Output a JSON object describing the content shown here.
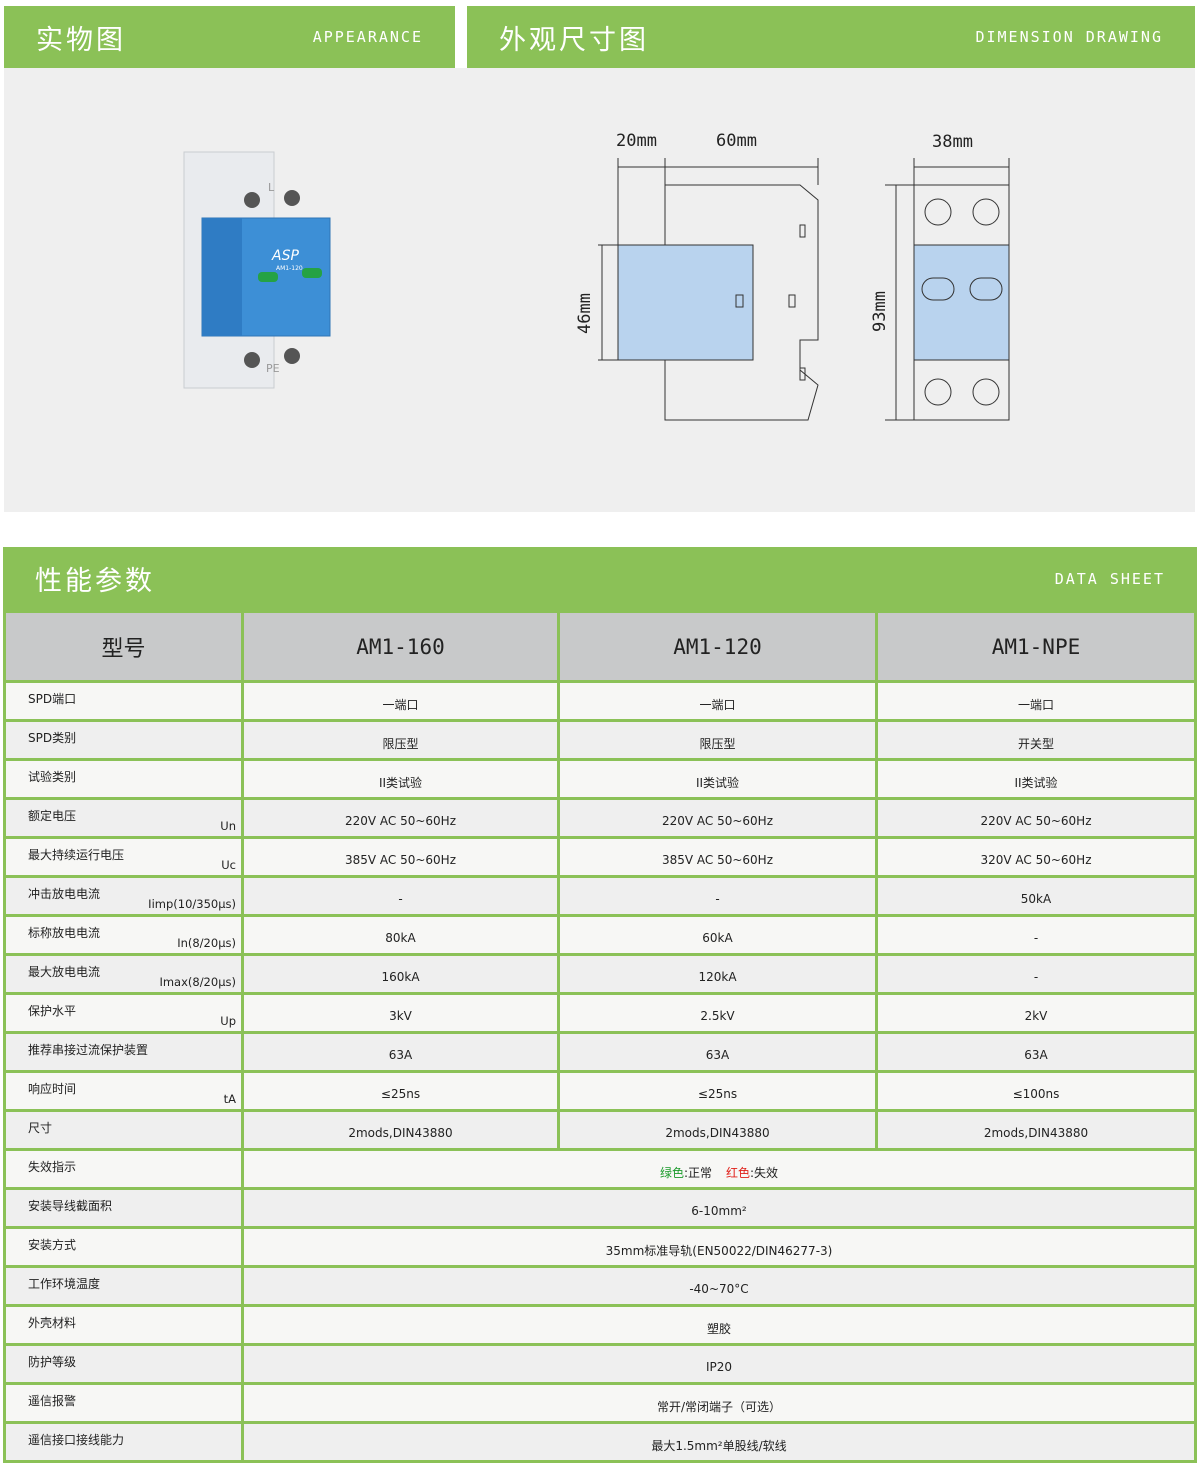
{
  "appearance": {
    "title_cn": "实物图",
    "title_en": "APPEARANCE"
  },
  "dimension": {
    "title_cn": "外观尺寸图",
    "title_en": "DIMENSION DRAWING",
    "labels": {
      "d20": "20mm",
      "d60": "60mm",
      "d38": "38mm",
      "d46": "46mm",
      "d93": "93mm"
    }
  },
  "product": {
    "brand": "ASP",
    "model": "AM1-120",
    "top_terminal": "L",
    "bottom_terminal": "PE"
  },
  "datasheet": {
    "title_cn": "性能参数",
    "title_en": "DATA SHEET"
  },
  "table": {
    "header": [
      "型号",
      "AM1-160",
      "AM1-120",
      "AM1-NPE"
    ],
    "rows": [
      {
        "label": "SPD端口",
        "sub": "",
        "values": [
          "一端口",
          "一端口",
          "一端口"
        ]
      },
      {
        "label": "SPD类别",
        "sub": "",
        "values": [
          "限压型",
          "限压型",
          "开关型"
        ]
      },
      {
        "label": "试验类别",
        "sub": "",
        "values": [
          "II类试验",
          "II类试验",
          "II类试验"
        ]
      },
      {
        "label": "额定电压",
        "sub": "Un",
        "values": [
          "220V AC 50~60Hz",
          "220V AC 50~60Hz",
          "220V AC 50~60Hz"
        ]
      },
      {
        "label": "最大持续运行电压",
        "sub": "Uc",
        "values": [
          "385V AC 50~60Hz",
          "385V AC 50~60Hz",
          "320V AC 50~60Hz"
        ]
      },
      {
        "label": "冲击放电电流",
        "sub": "Iimp(10/350μs)",
        "values": [
          "-",
          "-",
          "50kA"
        ]
      },
      {
        "label": "标称放电电流",
        "sub": "In(8/20μs)",
        "values": [
          "80kA",
          "60kA",
          "-"
        ]
      },
      {
        "label": "最大放电电流",
        "sub": "Imax(8/20μs)",
        "values": [
          "160kA",
          "120kA",
          "-"
        ]
      },
      {
        "label": "保护水平",
        "sub": "Up",
        "values": [
          "3kV",
          "2.5kV",
          "2kV"
        ]
      },
      {
        "label": "推荐串接过流保护装置",
        "sub": "",
        "values": [
          "63A",
          "63A",
          "63A"
        ]
      },
      {
        "label": "响应时间",
        "sub": "tA",
        "values": [
          "≤25ns",
          "≤25ns",
          "≤100ns"
        ]
      },
      {
        "label": "尺寸",
        "sub": "",
        "values": [
          "2mods,DIN43880",
          "2mods,DIN43880",
          "2mods,DIN43880"
        ]
      }
    ],
    "indicator": {
      "label": "失效指示",
      "green": "绿色",
      "green_text": ":正常",
      "red": "红色",
      "red_text": ":失效",
      "green_color": "#1a9a2a",
      "red_color": "#e0201a"
    },
    "merged": [
      {
        "label": "安装导线截面积",
        "value": "6-10mm²"
      },
      {
        "label": "安装方式",
        "value": "35mm标准导轨(EN50022/DIN46277-3)"
      },
      {
        "label": "工作环境温度",
        "value": "-40~70°C"
      },
      {
        "label": "外壳材料",
        "value": "塑胶"
      },
      {
        "label": "防护等级",
        "value": "IP20"
      },
      {
        "label": "遥信报警",
        "value": "常开/常闭端子（可选）"
      },
      {
        "label": "遥信接口接线能力",
        "value": "最大1.5mm²单股线/软线"
      }
    ]
  },
  "colors": {
    "accent": "#8bc157",
    "header_gray": "#c8c9ca",
    "module_blue": "#3d8fd6",
    "drawing_blue": "#b9d3ee"
  }
}
